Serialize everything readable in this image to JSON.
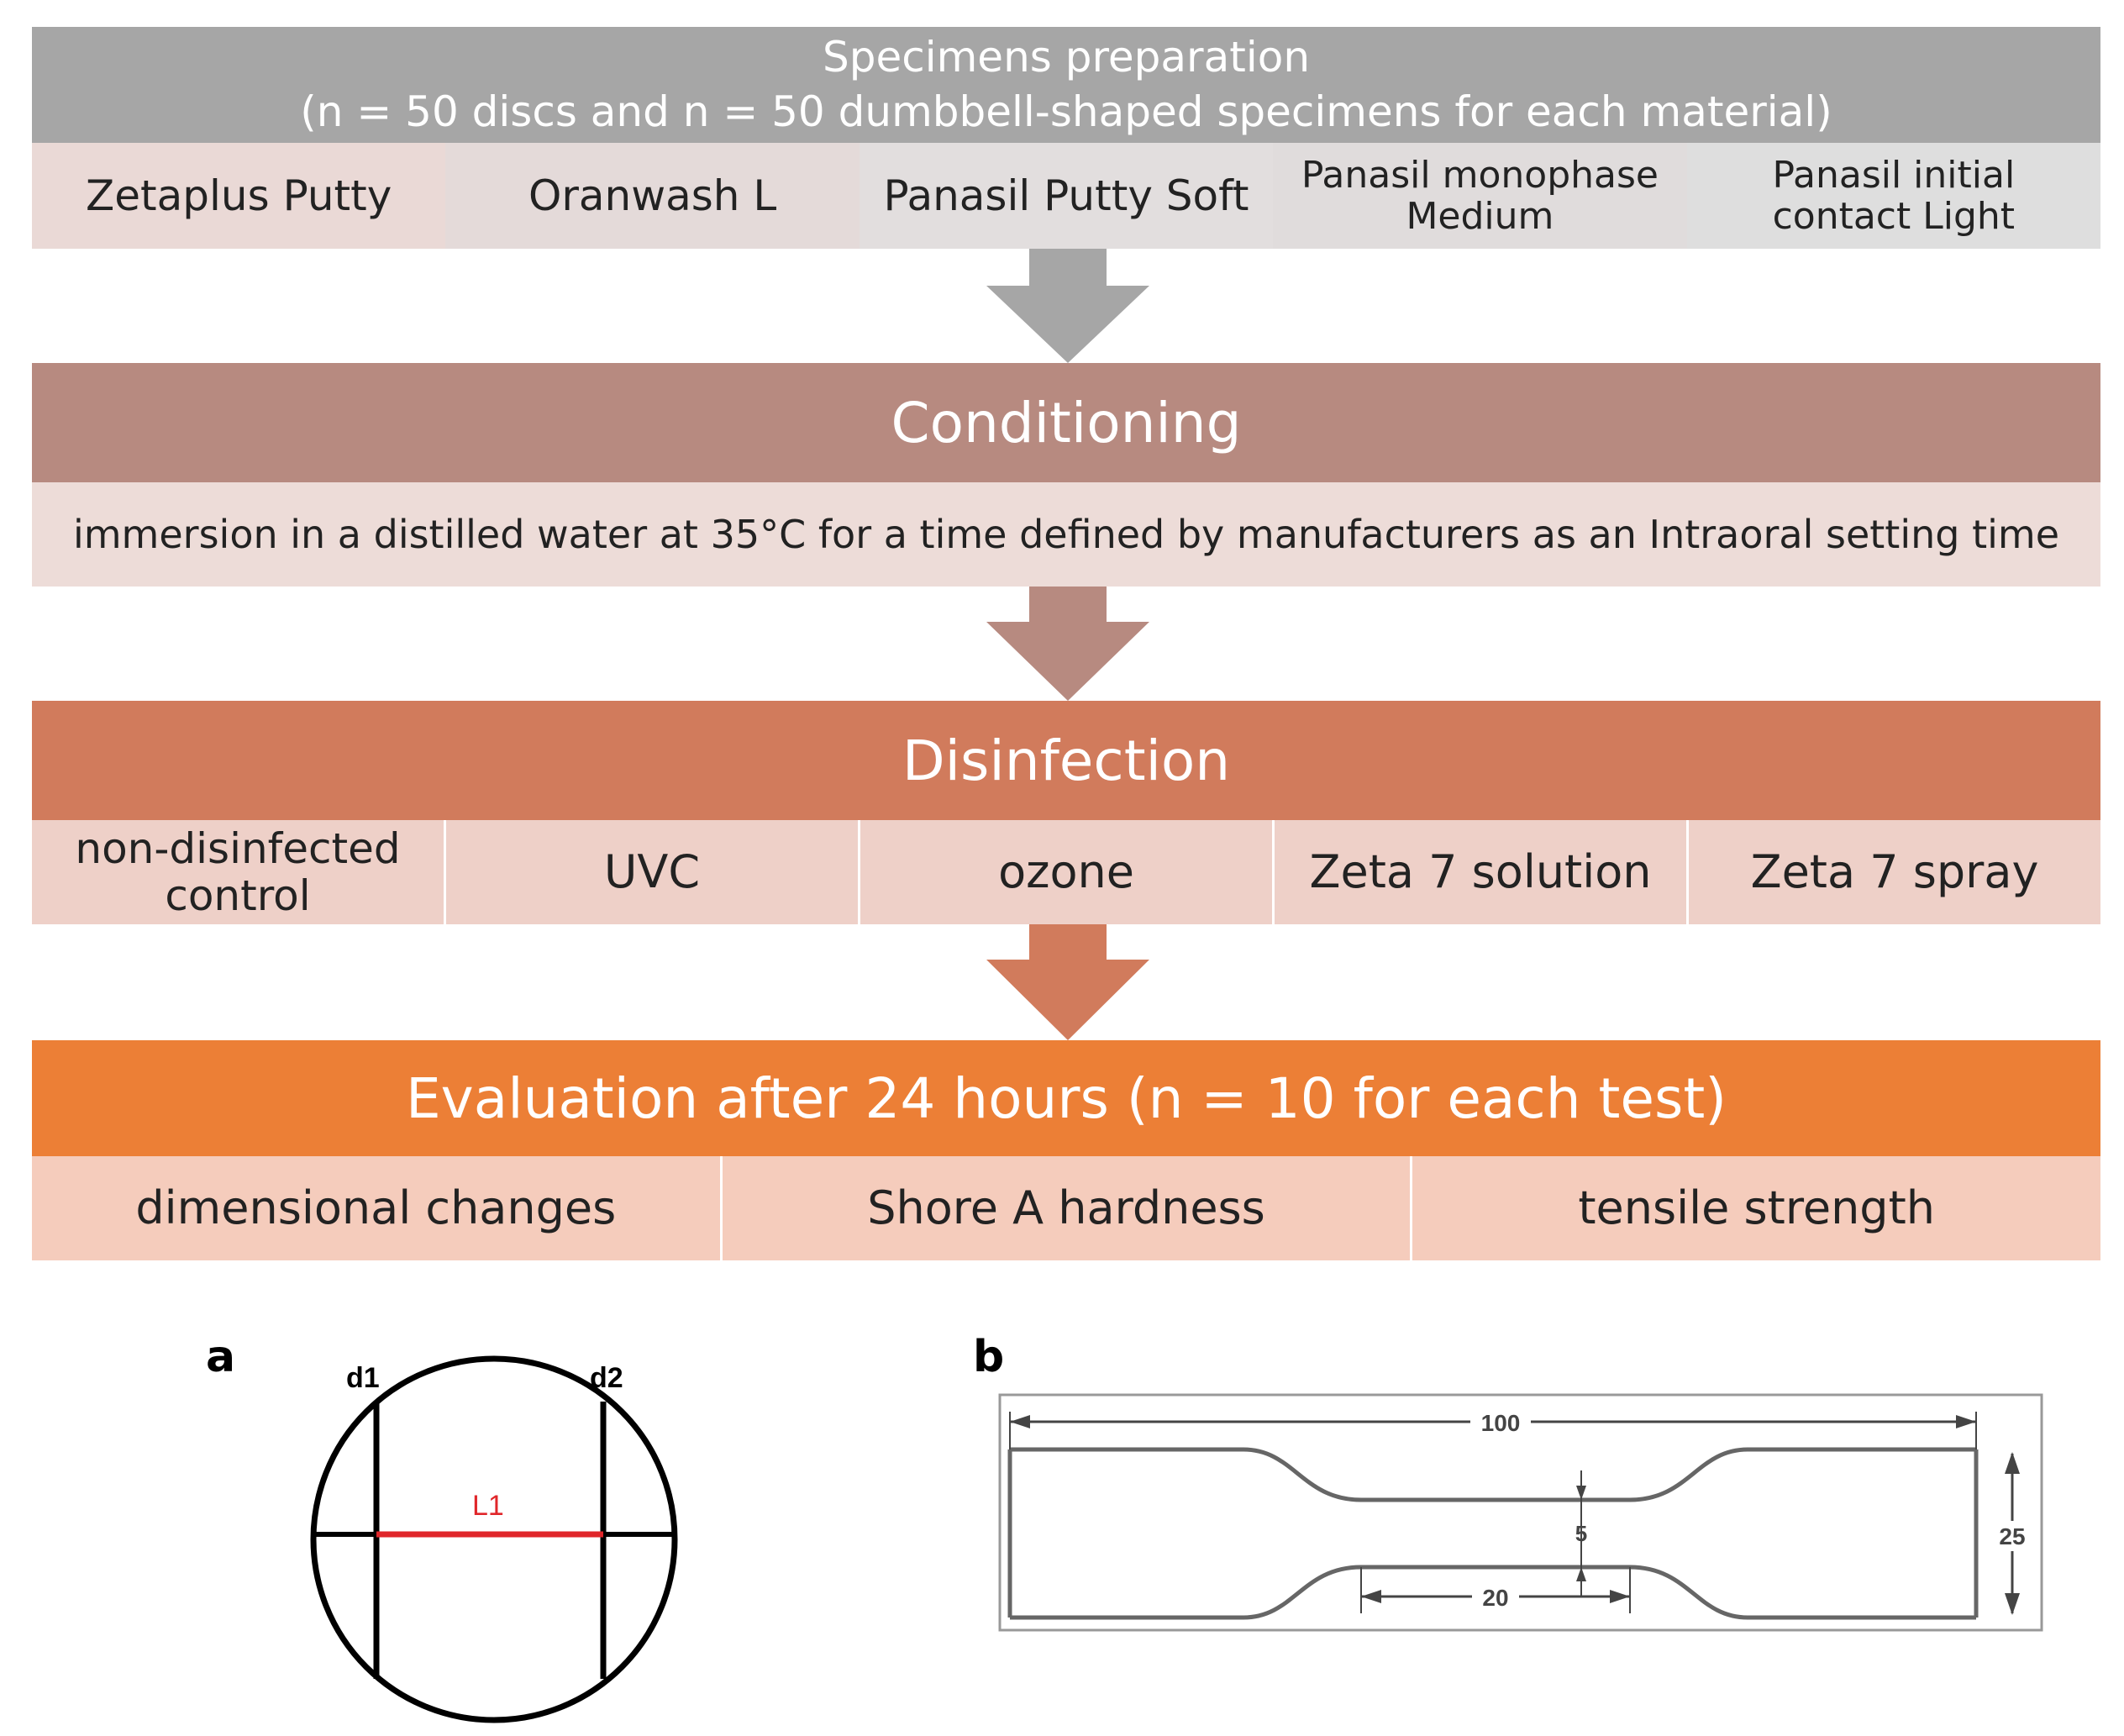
{
  "stage1": {
    "title_line1": "Specimens preparation",
    "title_line2": "(n = 50 discs and n = 50 dumbbell-shaped  specimens for each material)",
    "materials": [
      "Zetaplus Putty",
      "Oranwash L",
      "Panasil Putty Soft",
      "Panasil monophase\nMedium",
      "Panasil initial\ncontact Light"
    ]
  },
  "stage2": {
    "title": "Conditioning",
    "description": "immersion in a distilled water at 35°C for a time defined by manufacturers as an Intraoral setting time"
  },
  "stage3": {
    "title": "Disinfection",
    "methods": [
      "non-disinfected\ncontrol",
      "UVC",
      "ozone",
      "Zeta 7 solution",
      "Zeta 7 spray"
    ]
  },
  "stage4": {
    "title": "Evaluation after 24 hours (n = 10 for each test)",
    "tests": [
      "dimensional changes",
      "Shore A hardness",
      "tensile strength"
    ]
  },
  "figure_a": {
    "panel_label": "a",
    "d1": "d1",
    "d2": "d2",
    "L1": "L1"
  },
  "figure_b": {
    "panel_label": "b",
    "length": "100",
    "width": "25",
    "neck_width": "5",
    "neck_length": "20"
  },
  "colors": {
    "stage1_header": "#a6a6a6",
    "stage2_header": "#b78a80",
    "stage3_header": "#d17b5c",
    "stage4_header": "#ec7f36",
    "measure_line": "#e0262a"
  }
}
